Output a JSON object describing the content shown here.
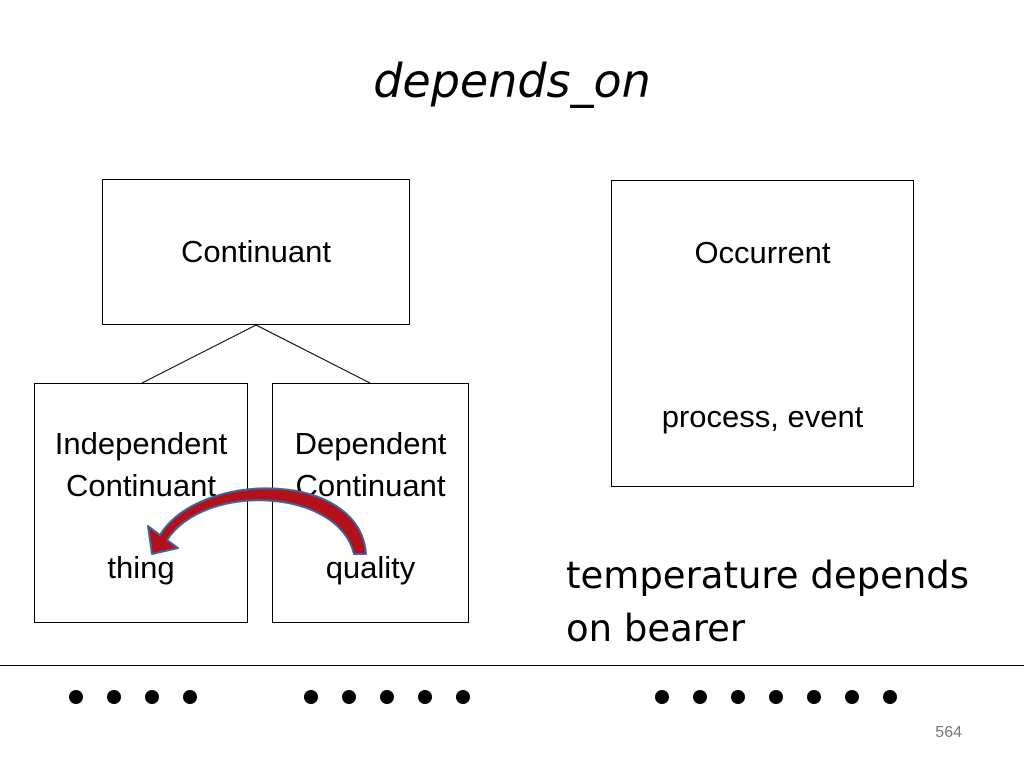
{
  "slide": {
    "title": "depends_on",
    "page_number": "564"
  },
  "diagram": {
    "continuant": {
      "label": "Continuant"
    },
    "occurrent": {
      "label": "Occurrent",
      "example": "process, event"
    },
    "independent_continuant": {
      "line1": "Independent",
      "line2": "Continuant",
      "example": "thing"
    },
    "dependent_continuant": {
      "line1": "Dependent",
      "line2": "Continuant",
      "example": "quality"
    }
  },
  "caption": {
    "line1": "temperature depends",
    "line2": "on bearer"
  },
  "dot_groups": [
    4,
    5,
    7
  ],
  "colors": {
    "arrow_fill": "#b3101a",
    "arrow_outline": "#3c64a0"
  }
}
